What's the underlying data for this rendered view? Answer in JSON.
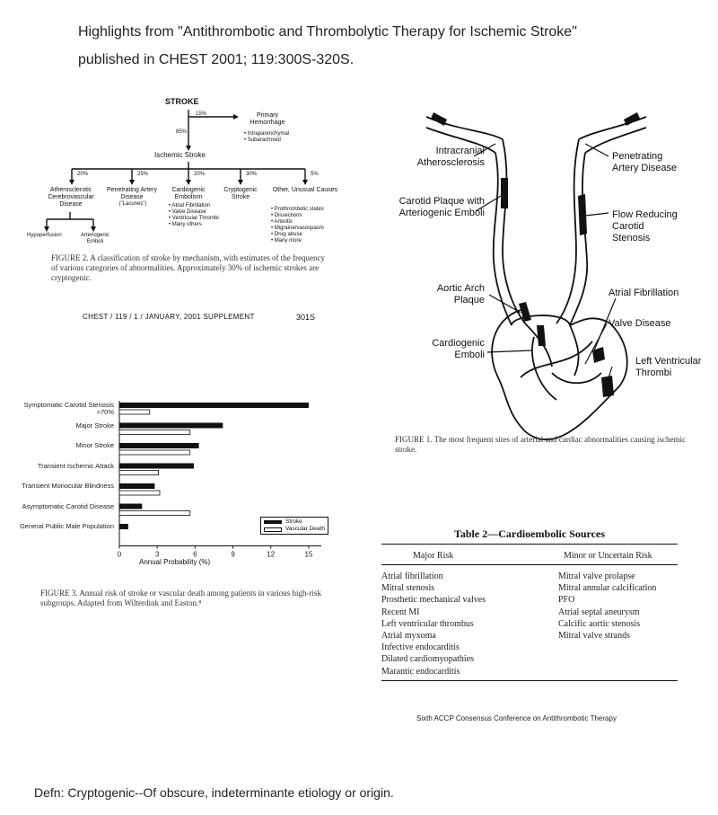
{
  "header": {
    "line1": "Highlights from \"Antithrombotic and Thrombolytic Therapy for Ischemic Stroke\"",
    "line2": "published in CHEST 2001; 119:300S-320S."
  },
  "flowchart": {
    "root": "STROKE",
    "pct_hemorrhage": "15%",
    "pct_ischemic": "85%",
    "hemorrhage": "Primary Hemorrhage",
    "hemorrhage_sub": [
      "• Intraparenchymal",
      "• Subarachnoid"
    ],
    "ischemic": "Ischemic Stroke",
    "categories": [
      {
        "pct": "20%",
        "label": "Atherosclerotic Cerebrovascular Disease",
        "items": []
      },
      {
        "pct": "25%",
        "label": "Penetrating Artery Disease",
        "items": [
          "(\"Lacunes\")"
        ]
      },
      {
        "pct": "20%",
        "label": "Cardiogenic Embolism",
        "items": [
          "• Atrial Fibrillation",
          "• Valve Disease",
          "• Ventricular Thrombi",
          "• Many others"
        ]
      },
      {
        "pct": "30%",
        "label": "Cryptogenic Stroke",
        "items": []
      },
      {
        "pct": "5%",
        "label": "Other, Unusual Causes",
        "items": [
          "• Prothrombotic states",
          "• Dissections",
          "• Arteritis",
          "• Migraine/vasospasm",
          "• Drug abuse",
          "• Many more"
        ]
      }
    ],
    "sub_left": "Hypoperfusion",
    "sub_right": "Arteriogenic Emboli",
    "caption": "FIGURE 2. A classification of stroke by mechanism, with estimates of the frequency of various categories of abnormalities. Approximately 30% of ischemic strokes are cryptogenic.",
    "footer_journal": "CHEST / 119 / 1 / JANUARY, 2001 SUPPLEMENT",
    "footer_page": "301S"
  },
  "anatomy": {
    "labels": {
      "intracranial": "Intracranial Atherosclerosis",
      "penetrating": "Penetrating Artery Disease",
      "carotid_plaque": "Carotid Plaque with Arteriogenic Emboli",
      "flow_reducing": "Flow Reducing Carotid Stenosis",
      "aortic_arch": "Aortic Arch Plaque",
      "atrial_fib": "Atrial Fibrillation",
      "valve": "Valve Disease",
      "cardiogenic": "Cardiogenic Emboli",
      "lv_thrombi": "Left Ventricular Thrombi"
    },
    "caption": "FIGURE 1. The most frequent sites of arterial and cardiac abnormalities causing ischemic stroke."
  },
  "chart_data": {
    "type": "bar",
    "orientation": "horizontal",
    "categories": [
      "Symptomatic Carotid Stenosis >70%",
      "Major Stroke",
      "Minor Stroke",
      "Transient Ischemic Attack",
      "Transient Monocular Blindness",
      "Asymptomatic Carotid Disease",
      "General Public Male Population"
    ],
    "series": [
      {
        "name": "Stroke",
        "values": [
          15,
          8.2,
          6.3,
          5.9,
          2.8,
          1.8,
          0.7
        ]
      },
      {
        "name": "Vascular Death",
        "values": [
          2.4,
          5.6,
          5.6,
          3.1,
          3.2,
          5.6,
          0
        ]
      }
    ],
    "xlabel": "Annual Probability (%)",
    "ylabel": "",
    "xlim": [
      0,
      16
    ],
    "xticks": [
      "0",
      "3",
      "6",
      "9",
      "12",
      "15"
    ],
    "legend": "bottom-right",
    "colors": {
      "Stroke": "#111111",
      "Vascular Death": "#ffffff"
    },
    "caption": "FIGURE 3. Annual risk of stroke or vascular death among patients in various high-risk subgroups. Adapted from Wilterdink and Easton.⁸"
  },
  "table": {
    "title": "Table 2—Cardioembolic Sources",
    "col1_header": "Major Risk",
    "col2_header": "Minor or Uncertain Risk",
    "major": [
      "Atrial fibrillation",
      "Mitral stenosis",
      "Prosthetic mechanical valves",
      "Recent MI",
      "Left ventricular thrombus",
      "Atrial myxoma",
      "Infective endocarditis",
      "Dilated cardiomyopathies",
      "Marantic endocarditis"
    ],
    "minor": [
      "Mitral valve prolapse",
      "Mitral annular calcification",
      "PFO",
      "Atrial septal aneurysm",
      "Calcific aortic stenosis",
      "Mitral valve strands"
    ],
    "footer": "Sixth ACCP Consensus Conference on Antithrombotic Therapy"
  },
  "definition": "Defn: Cryptogenic--Of obscure, indeterminante etiology or origin."
}
